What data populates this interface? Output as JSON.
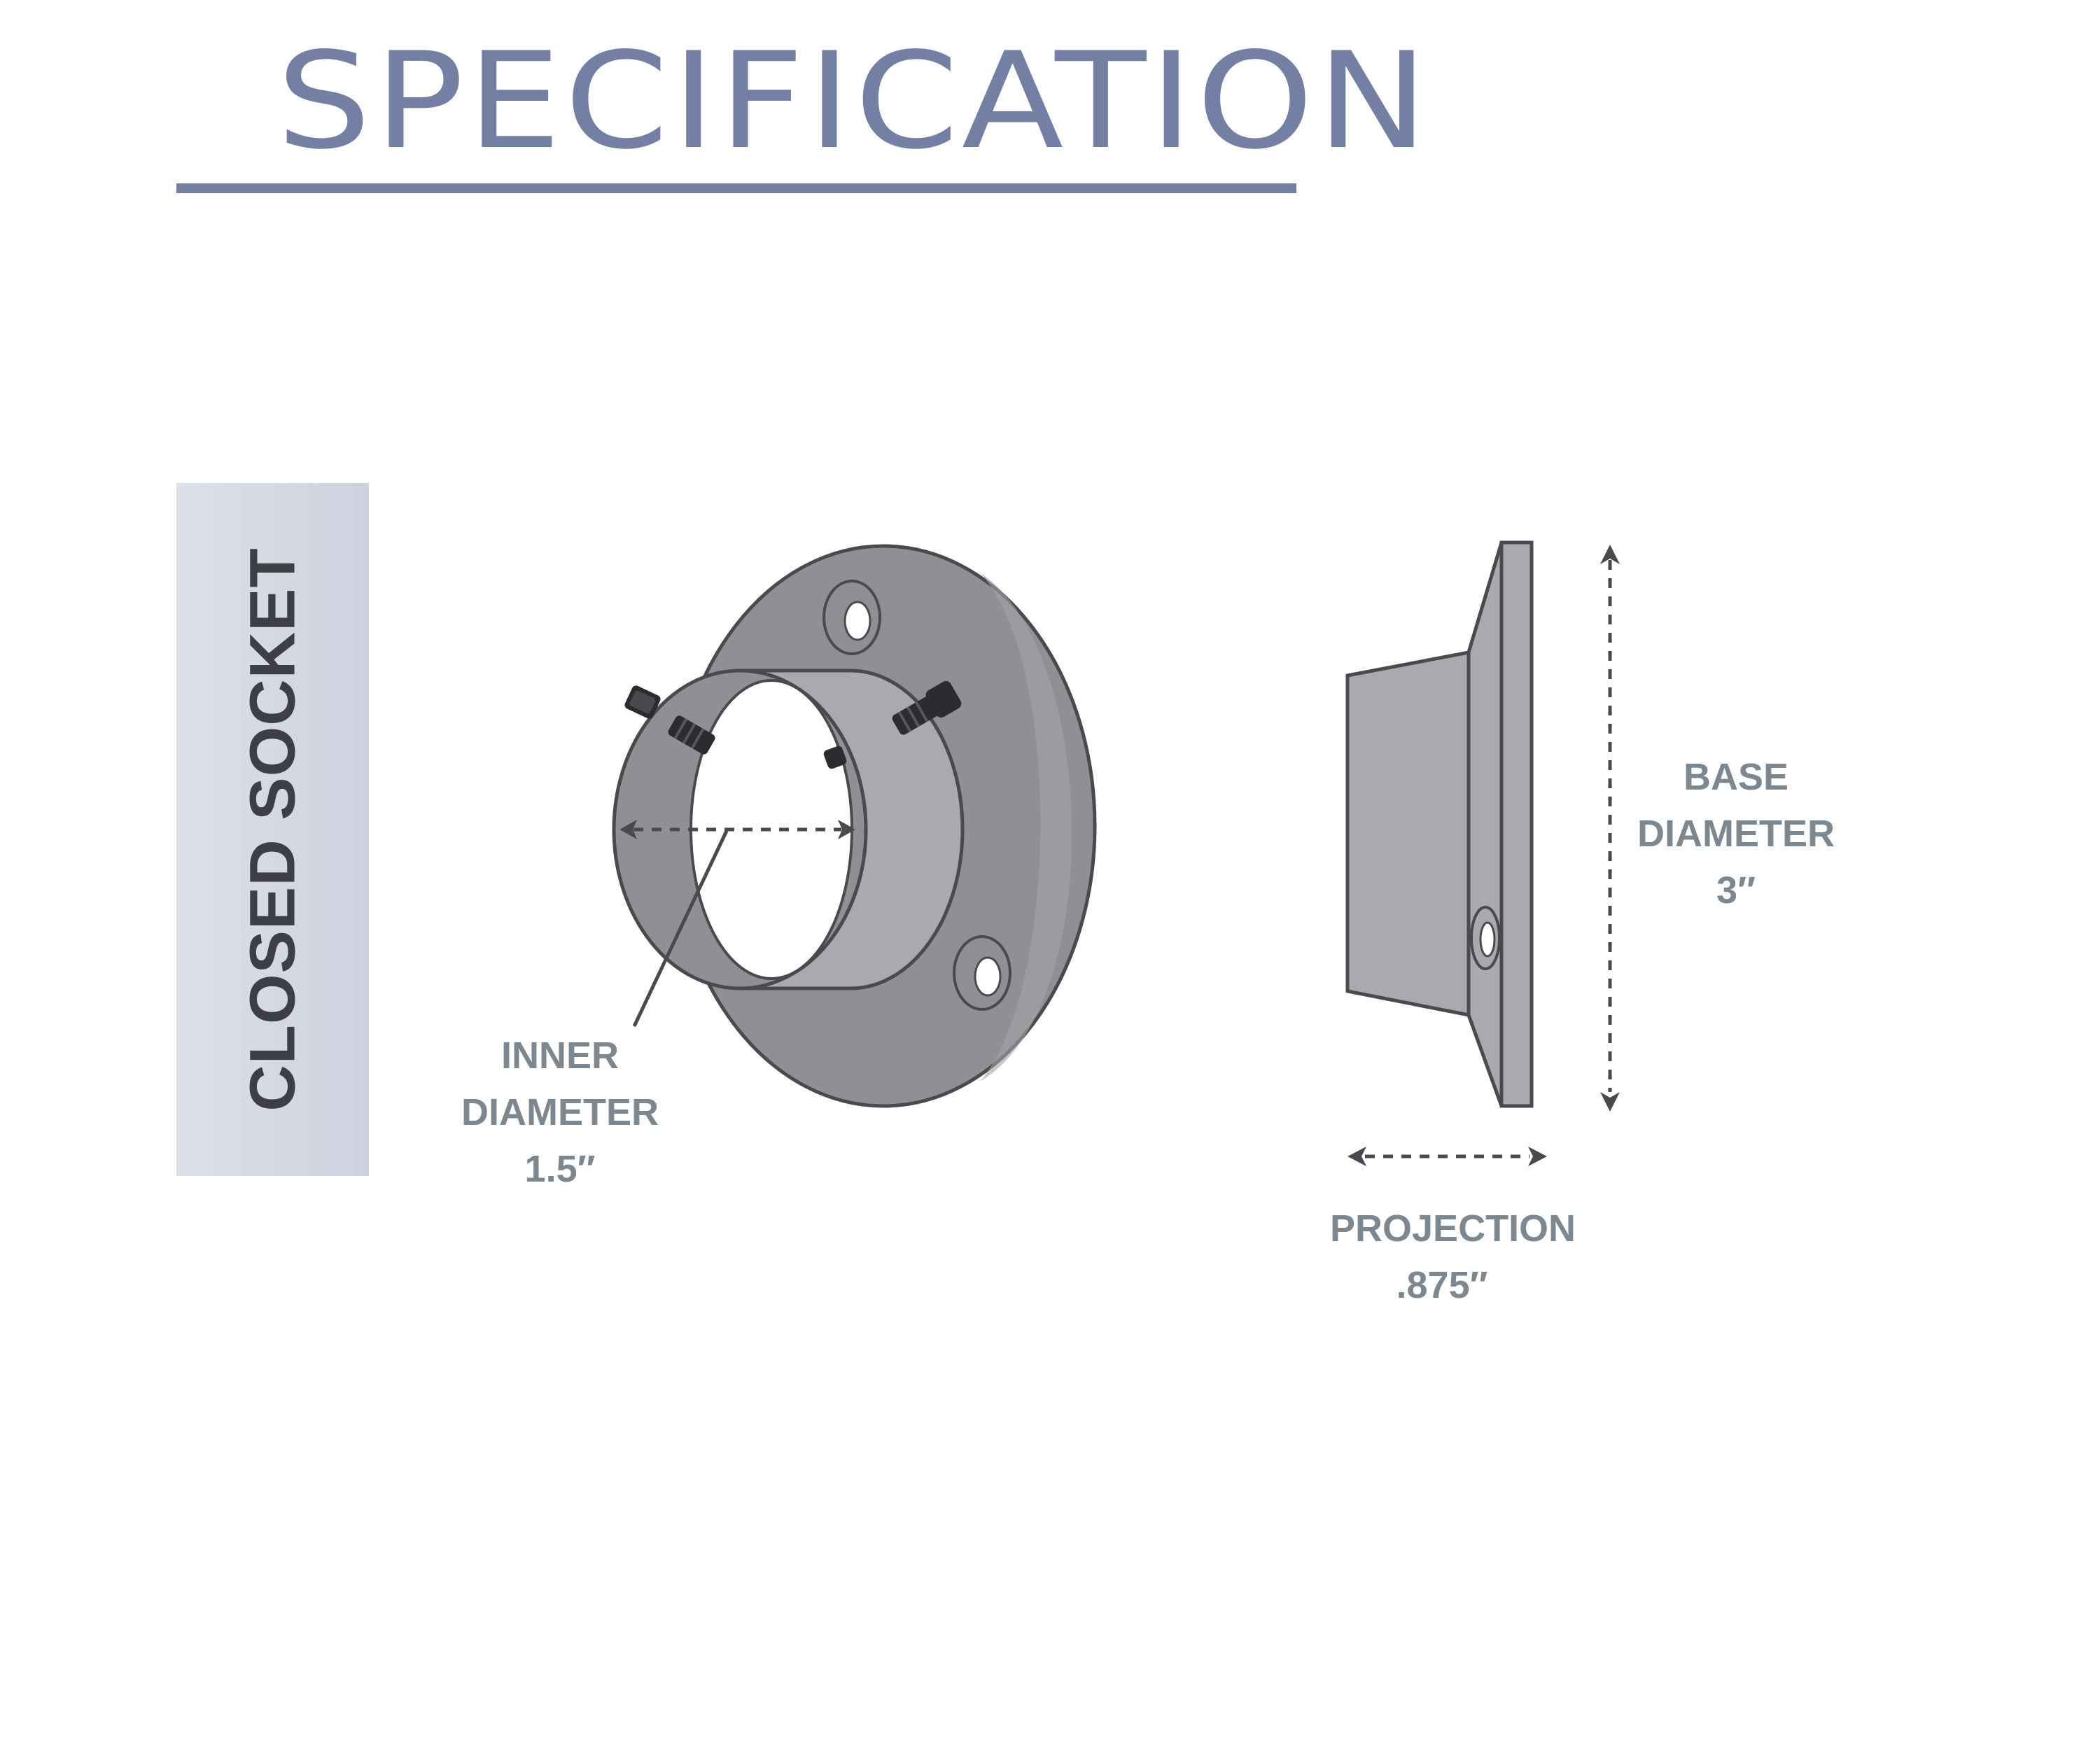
{
  "header": {
    "title": "SPECIFICATION"
  },
  "product": {
    "name": "CLOSED SOCKET"
  },
  "dimensions": {
    "inner_diameter": {
      "label": "INNER DIAMETER",
      "value": "1.5″"
    },
    "base_diameter": {
      "label_line1": "BASE",
      "label_line2": "DIAMETER",
      "value": "3″"
    },
    "projection": {
      "label": "PROJECTION",
      "value": ".875″"
    }
  },
  "colors": {
    "accent": "#737fa3",
    "tab_text": "#3e3f44",
    "dimension_text": "#7d8790",
    "metal_dark": "#8e9094",
    "metal_light": "#a8aaae",
    "outline": "#4a4a4e"
  },
  "icons": {
    "screws": "screw-icon",
    "arrows": "dashed-arrow"
  }
}
